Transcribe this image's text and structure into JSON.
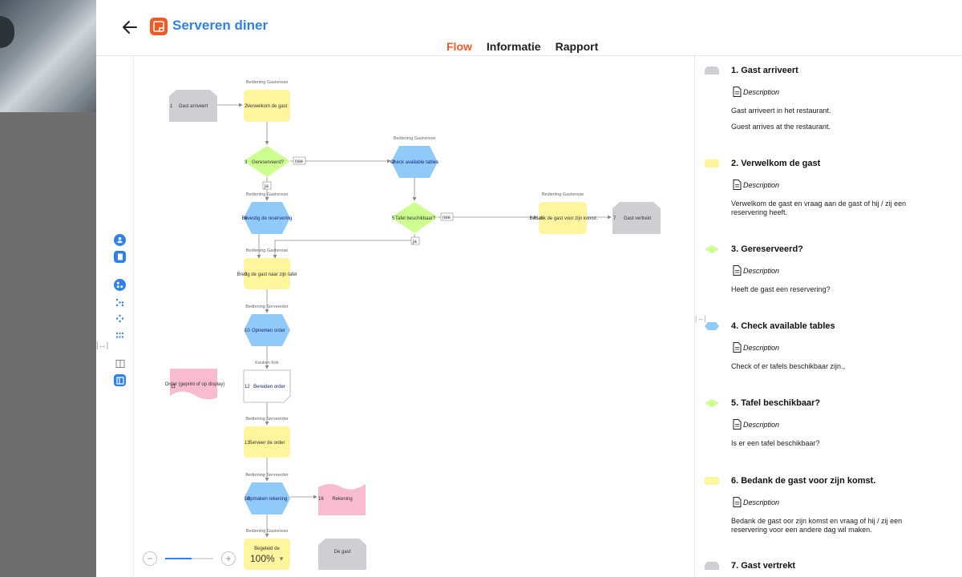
{
  "header": {
    "title": "Serveren diner",
    "tabs": [
      {
        "label": "Flow",
        "active": true
      },
      {
        "label": "Informatie",
        "active": false
      },
      {
        "label": "Rapport",
        "active": false
      }
    ]
  },
  "colors": {
    "accent": "#f15a24",
    "primary": "#2f80ed",
    "yellow": "#fff59d",
    "blue": "#90caf9",
    "green": "#ccff90",
    "gray": "#cfcfd3",
    "pink": "#f8bbd0"
  },
  "toolbar": {
    "icons": [
      "person-icon",
      "building-icon",
      "org-chart-icon",
      "hierarchy-icon",
      "hierarchy-alt-icon",
      "grid-icon",
      "columns-icon",
      "panel-icon"
    ]
  },
  "zoom": {
    "value": "100%",
    "level": 0.55
  },
  "flow": {
    "nodes": [
      {
        "id": "n1",
        "num": "1",
        "label": "Gast arriveert",
        "role": ""
      },
      {
        "id": "n2",
        "num": "2",
        "label": "Verwelkom de gast",
        "role": "Bediening Gastvrouw"
      },
      {
        "id": "n3",
        "num": "3",
        "label": "Gereserveerd?",
        "role": ""
      },
      {
        "id": "n4",
        "num": "4",
        "label": "Check available tables",
        "role": "Bediening Gastvrouw"
      },
      {
        "id": "n5",
        "num": "5",
        "label": "Tafel beschikbaar?",
        "role": ""
      },
      {
        "id": "n6",
        "num": "6",
        "label": "Bedank de gast voor zijn komst.",
        "role": "Bediening Gastvrouw"
      },
      {
        "id": "n7",
        "num": "7",
        "label": "Gast vertrekt",
        "role": ""
      },
      {
        "id": "n8",
        "num": "8",
        "label": "Bevestig de reservering",
        "role": "Bediening Gastvrouw"
      },
      {
        "id": "n9",
        "num": "9",
        "label": "Breng de gast naar zijn tafel",
        "role": "Bediening Gastvrouw"
      },
      {
        "id": "n10",
        "num": "10",
        "label": "Opnemen order",
        "role": "Bediening Serveerder"
      },
      {
        "id": "n11",
        "num": "11",
        "label": "Order (geprint of op display)",
        "role": ""
      },
      {
        "id": "n12",
        "num": "12",
        "label": "Bereiden order",
        "role": "Keuken Kok"
      },
      {
        "id": "n13",
        "num": "13",
        "label": "Serveer de order",
        "role": "Bediening Serveerder"
      },
      {
        "id": "n14",
        "num": "14",
        "label": "Opmaken rekening",
        "role": "Bediening Serveerder"
      },
      {
        "id": "n16",
        "num": "16",
        "label": "Rekening",
        "role": ""
      },
      {
        "id": "n15",
        "num": "",
        "label": "Begeleid de",
        "role": "Bediening Gastvrouw"
      },
      {
        "id": "n17",
        "num": "",
        "label": "De gast",
        "role": ""
      }
    ],
    "edge_labels": {
      "nee1": "nee",
      "ja1": "ja",
      "nee2": "nee",
      "ja2": "ja"
    }
  },
  "side": {
    "desc_label": "Description",
    "items": [
      {
        "title": "1. Gast arriveert",
        "shape": "gray",
        "texts": [
          "Gast arriveert in het restaurant.",
          "Guest arrives at the restaurant."
        ]
      },
      {
        "title": "2. Verwelkom de gast",
        "shape": "yellow",
        "texts": [
          "Verwelkom de gast en vraag aan de gast of hij / zij een reservering heeft."
        ]
      },
      {
        "title": "3. Gereserveerd?",
        "shape": "green",
        "texts": [
          "Heeft de gast een reservering?"
        ]
      },
      {
        "title": "4. Check available tables",
        "shape": "blue",
        "texts": [
          "Check of er tafels beschikbaar zijn.,"
        ]
      },
      {
        "title": "5. Tafel beschikbaar?",
        "shape": "green",
        "texts": [
          "Is er een tafel beschikbaar?"
        ]
      },
      {
        "title": "6. Bedank de gast voor zijn komst.",
        "shape": "yellow",
        "texts": [
          "Bedank de gast oor zijn komst en vraag of hij / zij een reservering voor een andere dag wil maken."
        ]
      },
      {
        "title": "7. Gast vertrekt",
        "shape": "gray",
        "texts": []
      }
    ]
  }
}
